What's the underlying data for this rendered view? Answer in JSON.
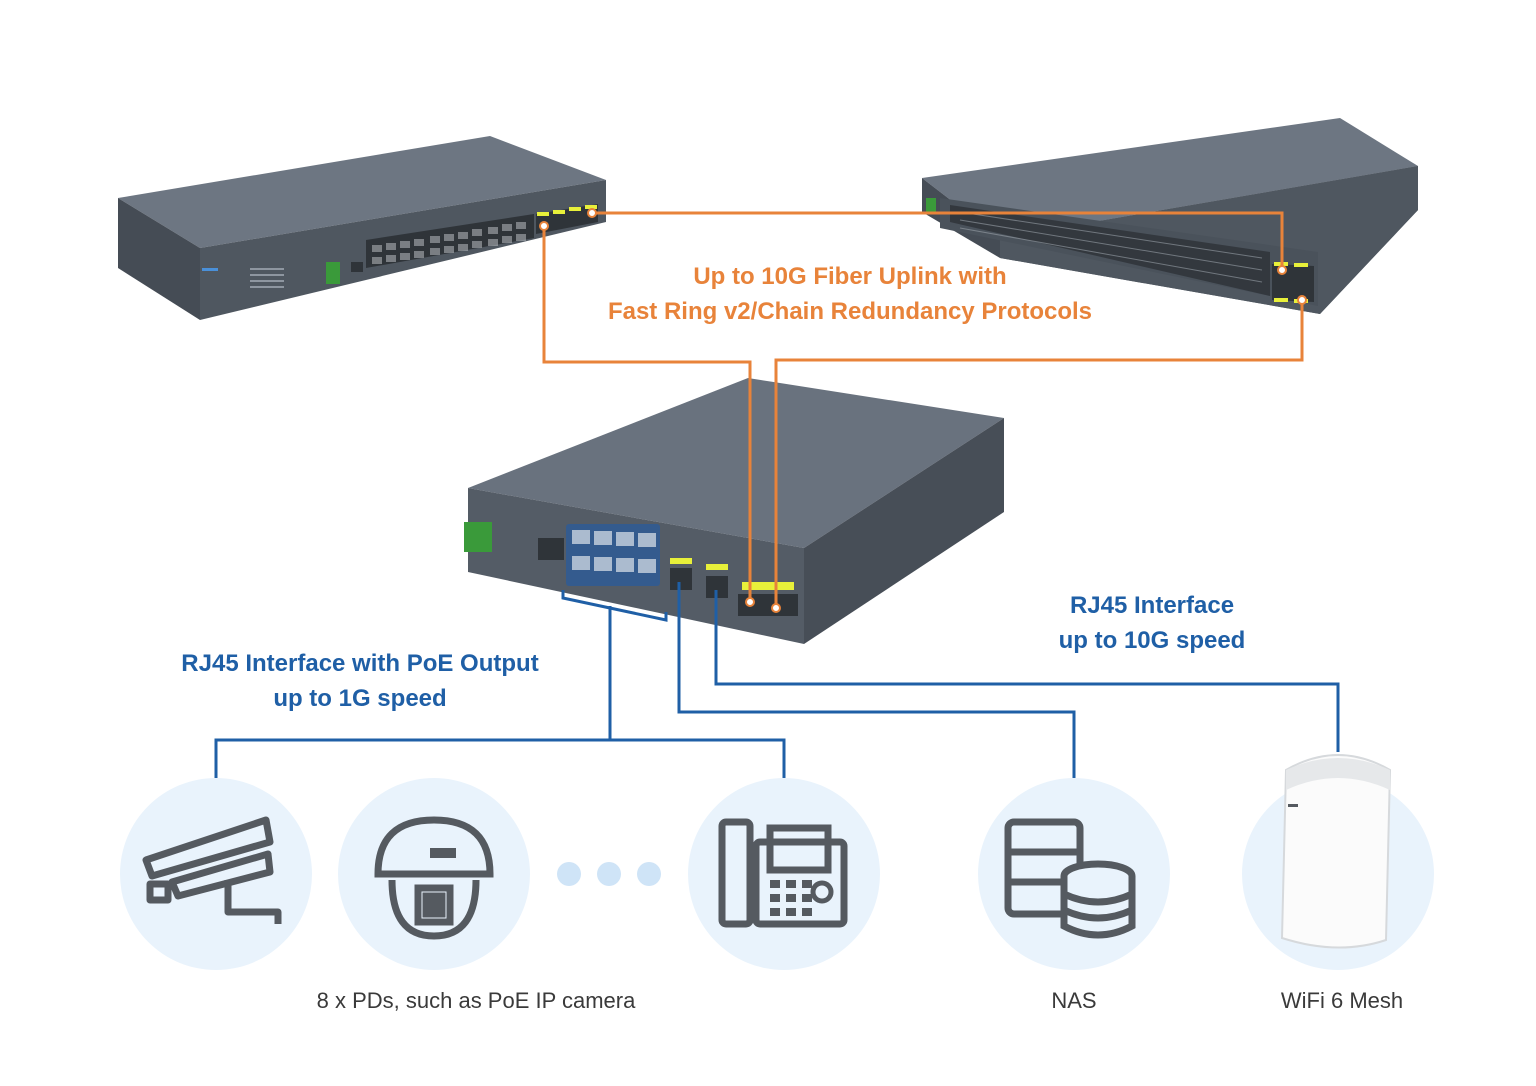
{
  "colors": {
    "fiber_link": "#e8833a",
    "copper_link": "#1f5fa6",
    "icon_bg": "#e9f3fc",
    "icon_stroke": "#555a60",
    "device_body": "#5b6470",
    "port_highlight": "#e8f03a"
  },
  "labels": {
    "fiber": [
      "Up to 10G Fiber Uplink with",
      "Fast Ring v2/Chain Redundancy Protocols"
    ],
    "poe": [
      "RJ45 Interface with PoE Output",
      "up to 1G speed"
    ],
    "rj45_10g": [
      "RJ45 Interface",
      "up to 10G speed"
    ]
  },
  "captions": {
    "pds": "8 x PDs, such as PoE IP camera",
    "nas": "NAS",
    "wifi": "WiFi 6 Mesh"
  },
  "devices": {
    "left_switch": {
      "icon": "rack-switch-24-port-icon"
    },
    "right_switch": {
      "icon": "rack-switch-48-sfp-icon"
    },
    "center_switch": {
      "icon": "industrial-poe-switch-icon"
    }
  },
  "endpoints": [
    {
      "icon": "bullet-camera-icon"
    },
    {
      "icon": "dome-camera-icon"
    },
    {
      "icon": "ellipsis-dots-icon"
    },
    {
      "icon": "ip-phone-icon"
    },
    {
      "icon": "nas-server-icon"
    },
    {
      "icon": "wifi-mesh-router-icon"
    }
  ]
}
